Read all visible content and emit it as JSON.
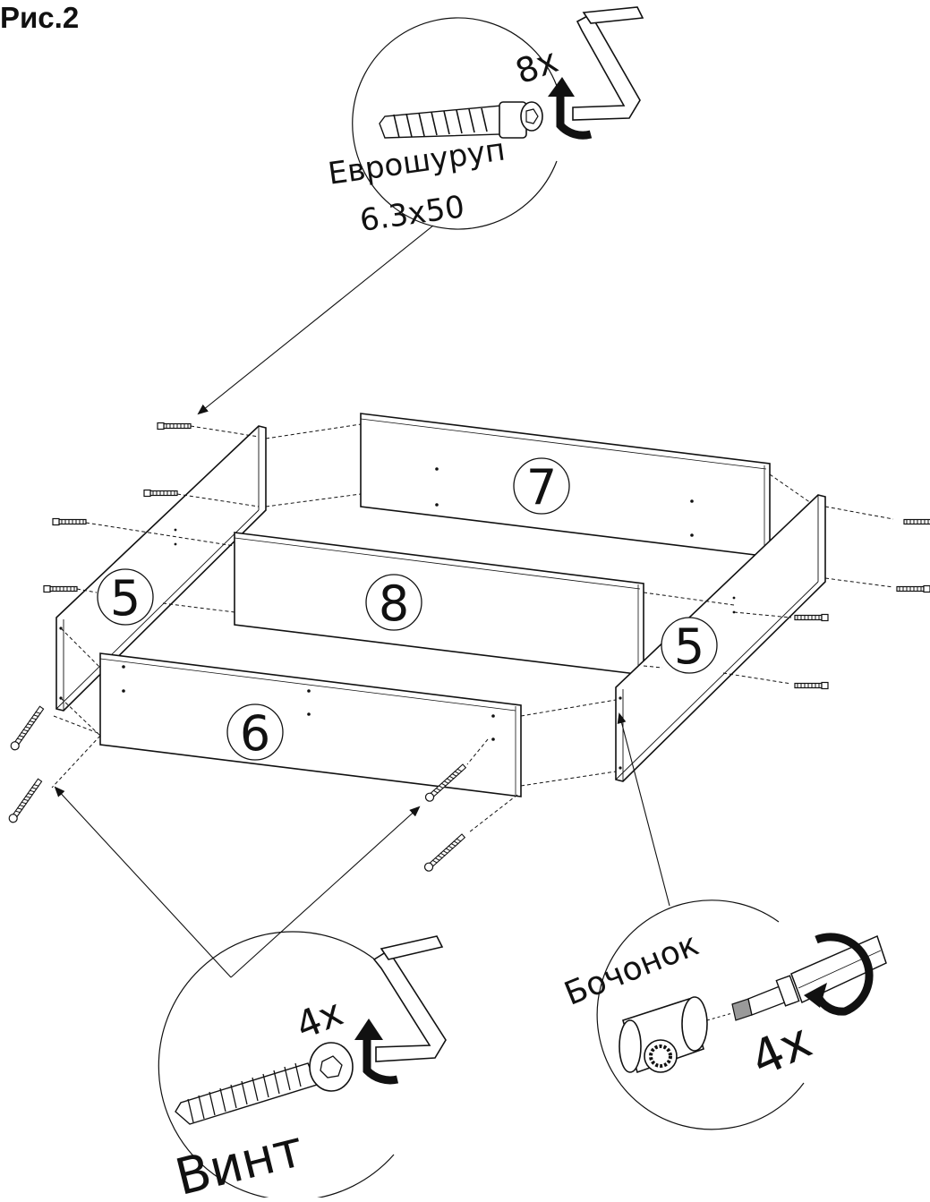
{
  "figure": {
    "title": "Рис.2",
    "ink_color": "#111111",
    "panel_fill": "#ffffff"
  },
  "parts": {
    "left_side": "5",
    "right_side": "5",
    "back": "7",
    "middle": "8",
    "front": "6"
  },
  "callouts": {
    "eurobolt": {
      "label": "Еврошуруп",
      "size": "6.3x50",
      "count": "8x",
      "tool": "hex-key-icon"
    },
    "screw": {
      "label": "Винт",
      "count": "4x",
      "tool": "hex-key-icon"
    },
    "barrel_nut": {
      "label": "Бочонок",
      "count": "4x",
      "tool": "screwdriver-icon"
    }
  }
}
